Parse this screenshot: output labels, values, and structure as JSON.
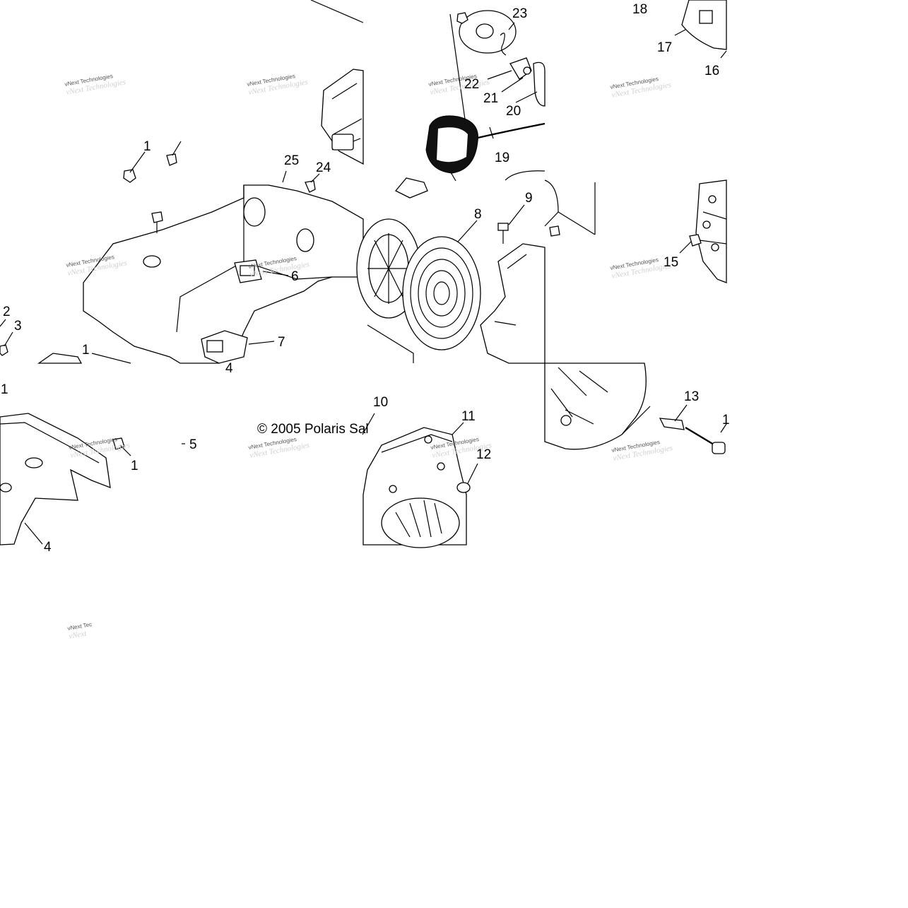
{
  "diagram": {
    "copyright": "© 2005 Polaris Sal",
    "watermark_text": "vNext Technologies",
    "watermark_fragment": "vNext Tec",
    "callouts": {
      "c1a": "1",
      "c1b": "1",
      "c1c": "1",
      "c1d": "1",
      "c2": "2",
      "c3": "3",
      "c4a": "4",
      "c4b": "4",
      "c5": "5",
      "c6": "6",
      "c7": "7",
      "c8": "8",
      "c9": "9",
      "c10": "10",
      "c11": "11",
      "c12": "12",
      "c13": "13",
      "c14": "1",
      "c15": "15",
      "c16": "16",
      "c17": "17",
      "c18": "18",
      "c19": "19",
      "c20": "20",
      "c21": "21",
      "c22": "22",
      "c23": "23",
      "c24": "24",
      "c25": "25"
    }
  }
}
